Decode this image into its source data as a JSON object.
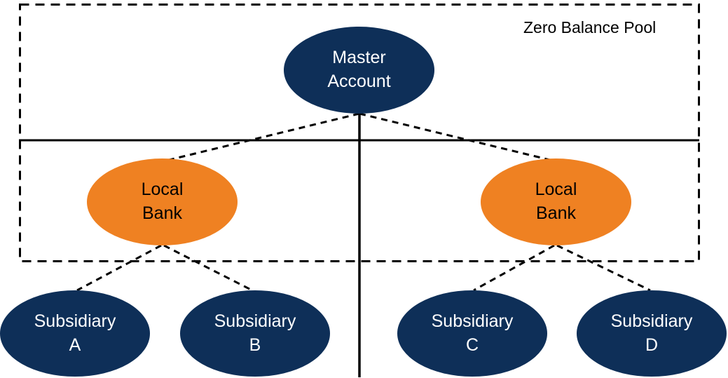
{
  "diagram": {
    "title": "Zero Balance Pool",
    "pool_label": "Zero Balance Pool",
    "colors": {
      "navy": "#0E2F58",
      "orange": "#EF8122",
      "line": "#000000",
      "background": "#FFFFFF",
      "text_on_navy": "#FFFFFF",
      "text_on_orange": "#000000"
    },
    "nodes": {
      "master": {
        "line1": "Master",
        "line2": "Account",
        "color": "navy"
      },
      "local_left": {
        "line1": "Local",
        "line2": "Bank",
        "color": "orange"
      },
      "local_right": {
        "line1": "Local",
        "line2": "Bank",
        "color": "orange"
      },
      "sub_a": {
        "line1": "Subsidiary",
        "line2": "A",
        "color": "navy"
      },
      "sub_b": {
        "line1": "Subsidiary",
        "line2": "B",
        "color": "navy"
      },
      "sub_c": {
        "line1": "Subsidiary",
        "line2": "C",
        "color": "navy"
      },
      "sub_d": {
        "line1": "Subsidiary",
        "line2": "D",
        "color": "navy"
      }
    },
    "edges": [
      {
        "from": "master",
        "to": "local_left",
        "style": "dashed"
      },
      {
        "from": "master",
        "to": "local_right",
        "style": "dashed"
      },
      {
        "from": "local_left",
        "to": "sub_a",
        "style": "dashed"
      },
      {
        "from": "local_left",
        "to": "sub_b",
        "style": "dashed"
      },
      {
        "from": "local_right",
        "to": "sub_c",
        "style": "dashed"
      },
      {
        "from": "local_right",
        "to": "sub_d",
        "style": "dashed"
      }
    ],
    "dividers": [
      {
        "name": "horizontal-divider",
        "style": "solid"
      },
      {
        "name": "vertical-divider",
        "style": "solid"
      },
      {
        "name": "pool-boundary",
        "style": "dashed-rectangle"
      }
    ]
  }
}
